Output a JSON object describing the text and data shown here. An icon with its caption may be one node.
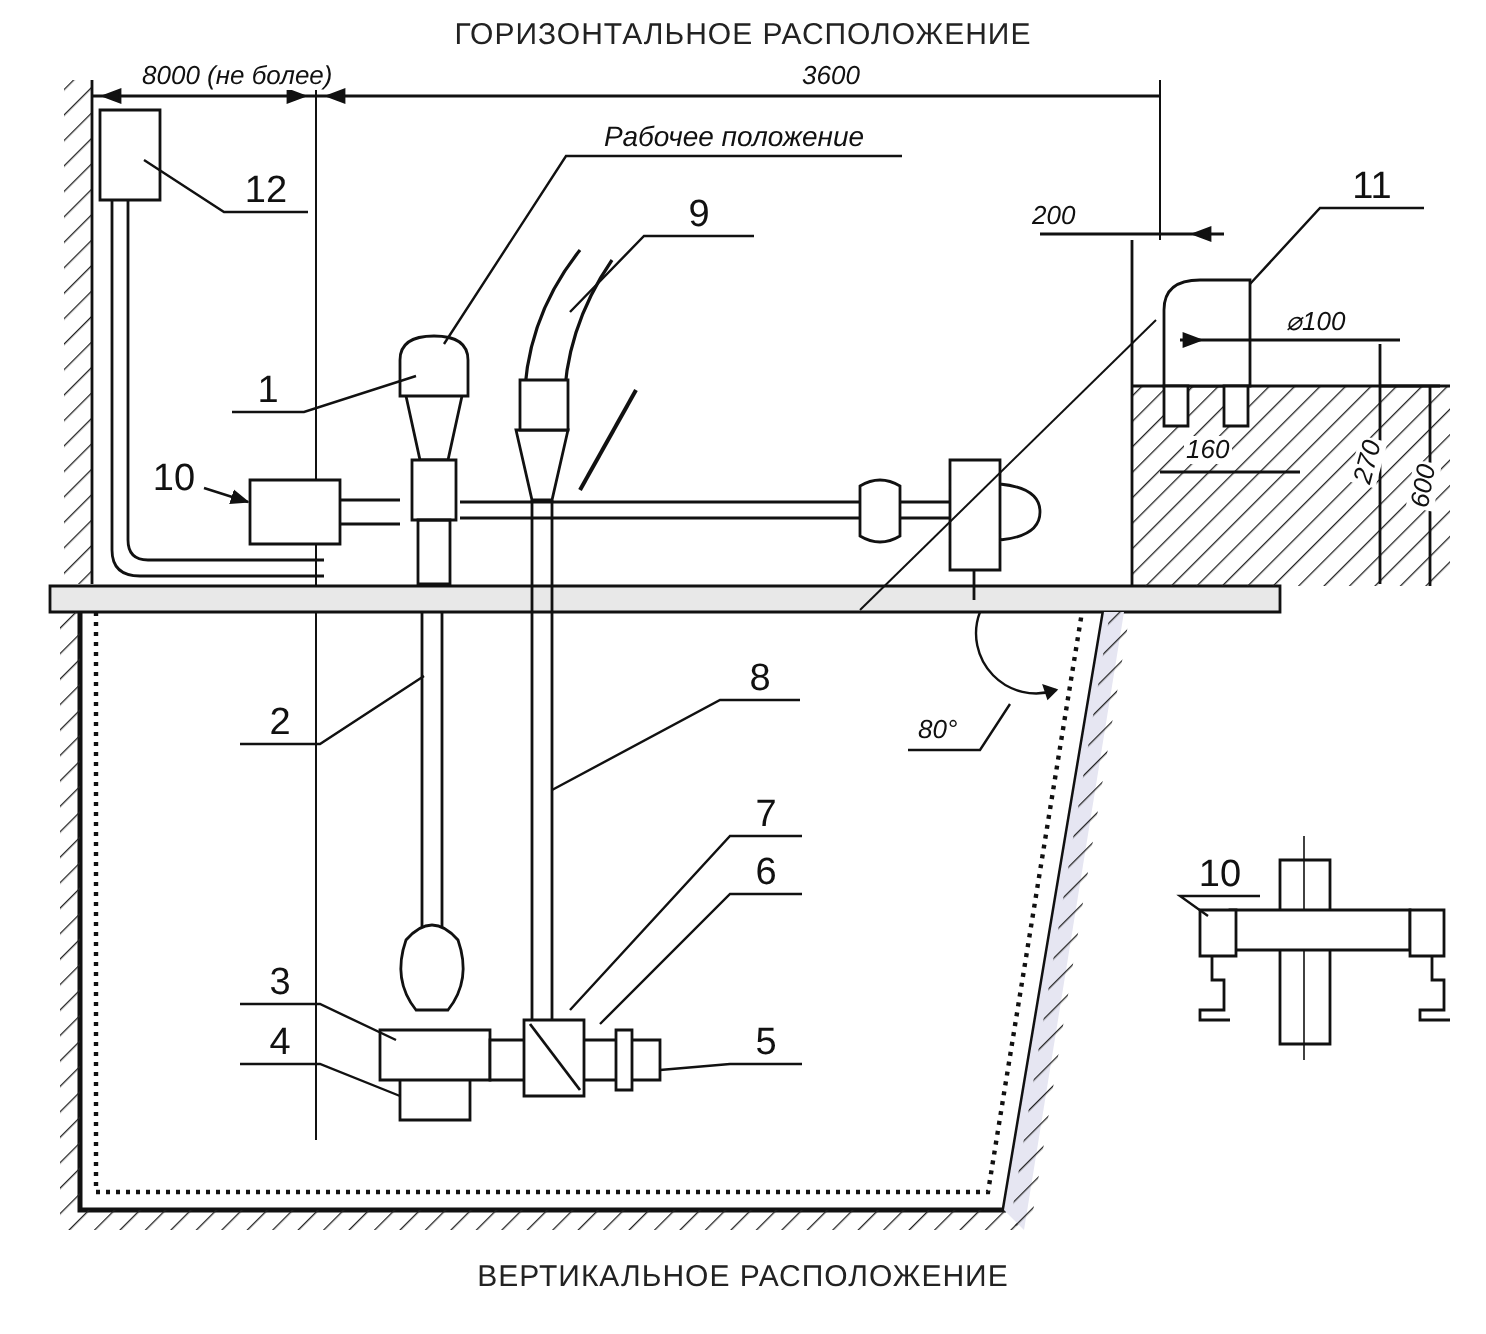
{
  "diagram": {
    "title": "ГОРИЗОНТАЛЬНОЕ РАСПОЛОЖЕНИЕ",
    "caption": "ВЕРТИКАЛЬНОЕ РАСПОЛОЖЕНИЕ",
    "nodes": [
      {
        "text": [
          "Рабочее положение"
        ]
      },
      {
        "text": [
          "12"
        ]
      },
      {
        "text": [
          "9"
        ]
      },
      {
        "text": [
          "11"
        ]
      },
      {
        "text": [
          "1"
        ]
      },
      {
        "text": [
          "10"
        ]
      },
      {
        "text": [
          "2"
        ]
      },
      {
        "text": [
          "8"
        ]
      },
      {
        "text": [
          "7"
        ]
      },
      {
        "text": [
          "6"
        ]
      },
      {
        "text": [
          "3"
        ]
      },
      {
        "text": [
          "5"
        ]
      },
      {
        "text": [
          "4"
        ]
      },
      {
        "text": [
          "10"
        ]
      }
    ],
    "edges": [
      {
        "from": 0,
        "to": null,
        "arrow": "none"
      },
      {
        "from": 1,
        "to": null,
        "arrow": "none"
      },
      {
        "from": 2,
        "to": null,
        "arrow": "none"
      },
      {
        "from": 3,
        "to": null,
        "arrow": "none"
      },
      {
        "from": 4,
        "to": null,
        "arrow": "none"
      },
      {
        "from": 5,
        "to": null,
        "arrow": "to"
      },
      {
        "from": 6,
        "to": null,
        "arrow": "none"
      },
      {
        "from": 7,
        "to": null,
        "arrow": "none"
      },
      {
        "from": 8,
        "to": null,
        "arrow": "none"
      },
      {
        "from": 9,
        "to": null,
        "arrow": "none"
      },
      {
        "from": 10,
        "to": null,
        "arrow": "none"
      },
      {
        "from": 11,
        "to": null,
        "arrow": "none"
      },
      {
        "from": 12,
        "to": null,
        "arrow": "none"
      },
      {
        "from": 13,
        "to": null,
        "arrow": "none"
      }
    ],
    "labels": [
      "8000 (не более)",
      "3600",
      "200",
      "⌀100",
      "160",
      "270",
      "600",
      "80°"
    ]
  }
}
